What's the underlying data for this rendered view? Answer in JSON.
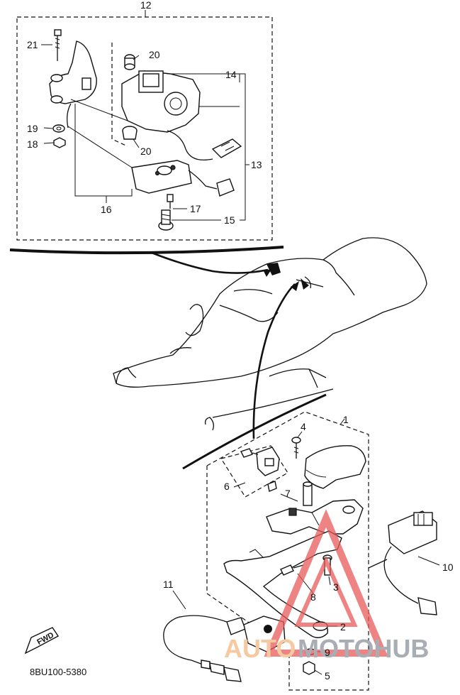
{
  "labels": {
    "p1": "1",
    "p2": "2",
    "p3": "3",
    "p4": "4",
    "p5": "5",
    "p6": "6",
    "p7": "7",
    "p8": "8",
    "p9": "9",
    "p10": "10",
    "p11": "11",
    "p12": "12",
    "p13": "13",
    "p14": "14",
    "p15": "15",
    "p16": "16",
    "p17": "17",
    "p18": "18",
    "p19": "19",
    "p20a": "20",
    "p20b": "20",
    "p21": "21"
  },
  "diagram_code": "8BU100-5380",
  "forward_badge": "FWD",
  "watermark": {
    "part_a": "AUTO",
    "part_b": "MOTOHUB"
  },
  "colors": {
    "line": "#111111",
    "watermark_red": "#e85a5a",
    "watermark_orange": "#f6c9a0",
    "watermark_grey": "#a9aeb4"
  }
}
